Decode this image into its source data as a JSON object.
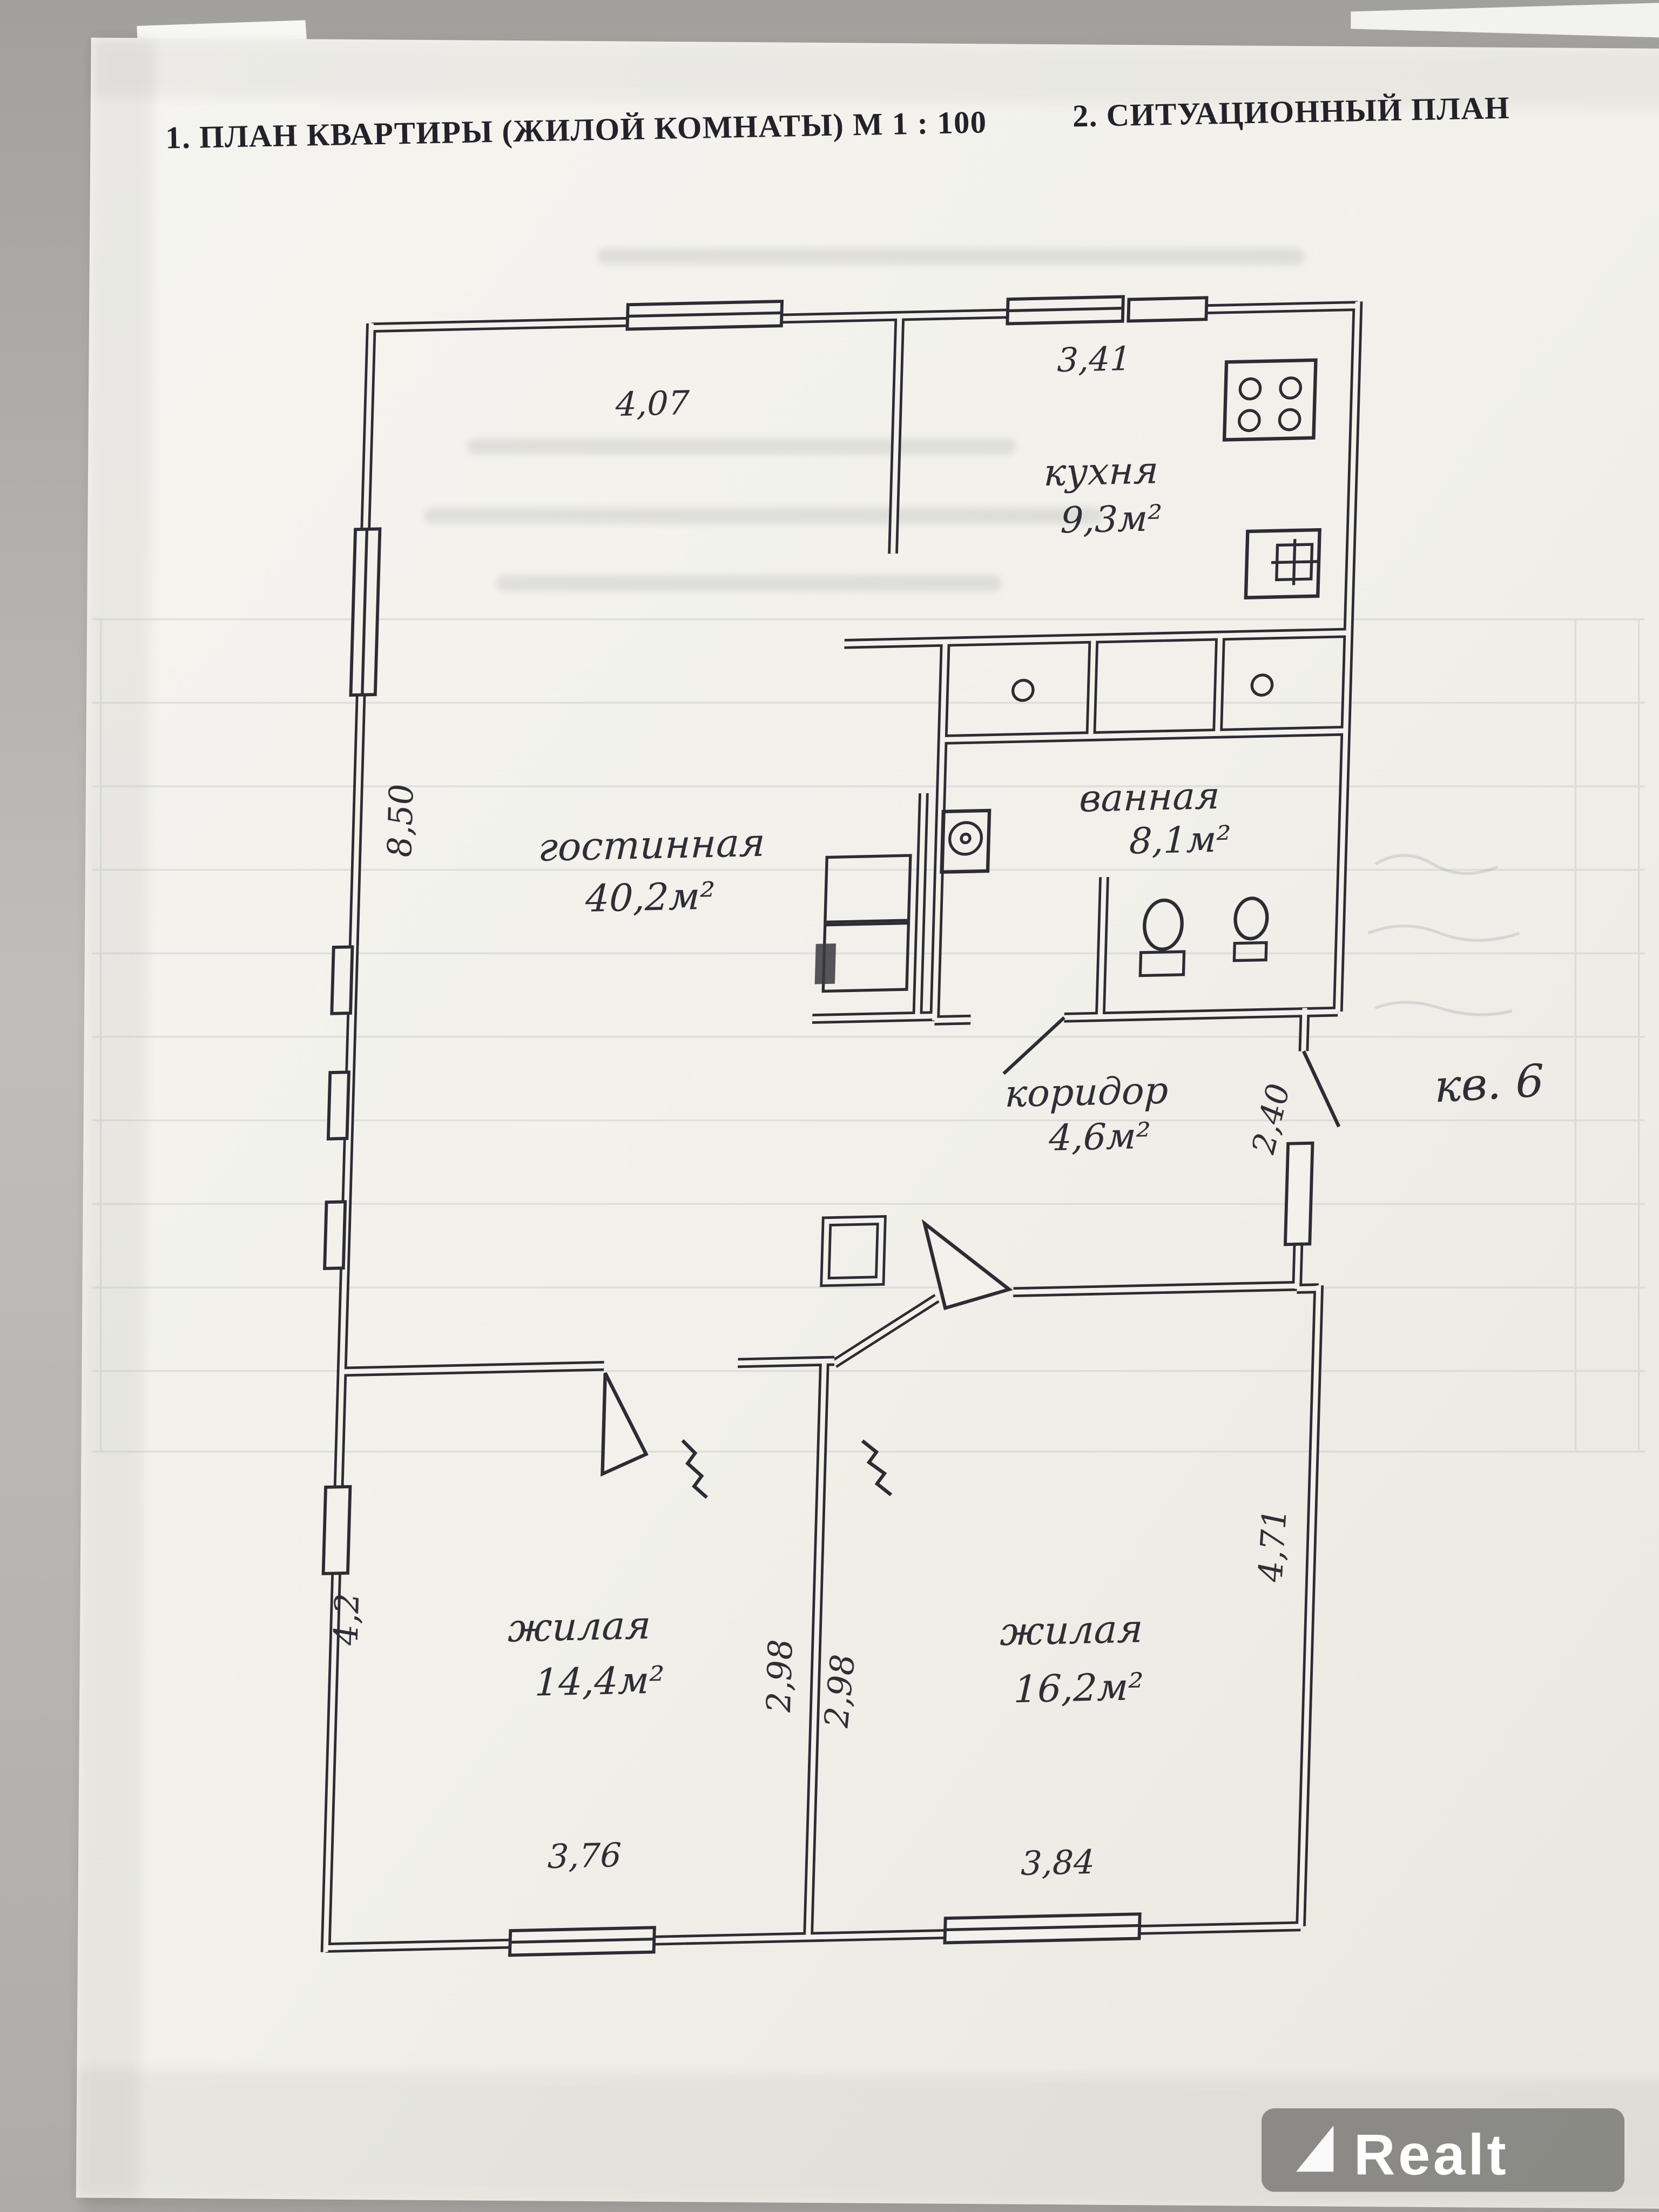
{
  "header": {
    "title_left": "1. ПЛАН КВАРТИРЫ (ЖИЛОЙ КОМНАТЫ) М 1 : 100",
    "title_right": "2. СИТУАЦИОННЫЙ ПЛАН"
  },
  "plan": {
    "apartment": "кв. 6",
    "rooms": {
      "kitchen": {
        "name": "кухня",
        "area": "9,3м²"
      },
      "living": {
        "name": "гостинная",
        "area": "40,2м²"
      },
      "bath": {
        "name": "ванная",
        "area": "8,1м²"
      },
      "corridor": {
        "name": "коридор",
        "area": "4,6м²"
      },
      "bedroom1": {
        "name": "жилая",
        "area": "14,4м²"
      },
      "bedroom2": {
        "name": "жилая",
        "area": "16,2м²"
      }
    },
    "dims": {
      "top_left": "4,07",
      "top_right": "3,41",
      "left_upper": "8,50",
      "left_lower": "4,2",
      "right_upper": "2,40",
      "right_lower": "4,71",
      "mid_left": "2,98",
      "mid_right": "2,98",
      "bottom_left": "3,76",
      "bottom_right": "3,84"
    }
  },
  "watermark": {
    "brand": "Realt"
  }
}
